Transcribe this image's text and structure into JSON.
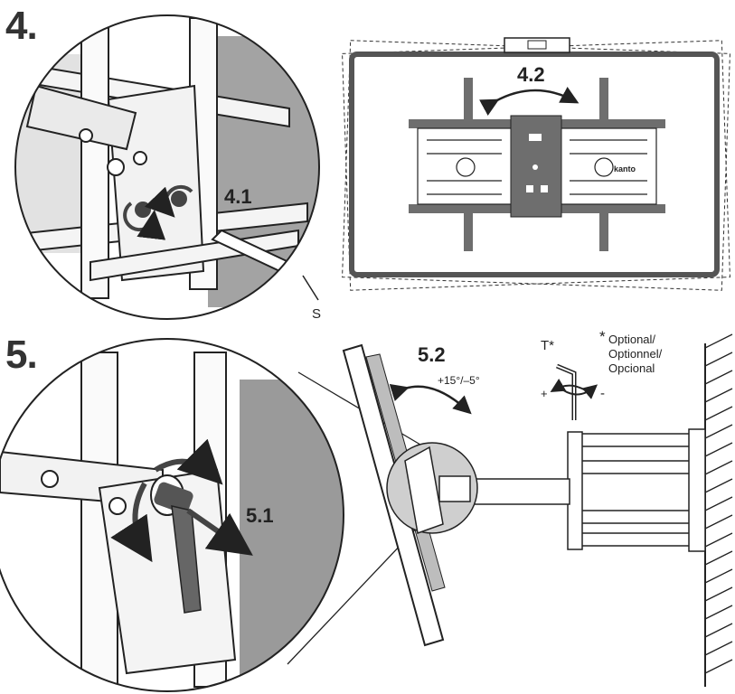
{
  "steps": {
    "step4": "4.",
    "step5": "5."
  },
  "labels": {
    "l41": "4.1",
    "l42": "4.2",
    "l51": "5.1",
    "l52": "5.2",
    "tilt_range": "+15°/–5°",
    "wrench": "S",
    "hex_key": "T*",
    "plus": "+",
    "minus": "-",
    "optional_en": "Optional/",
    "optional_fr": "Optionnel/",
    "optional_es": "Opcional",
    "asterisk": "*",
    "brand": "kanto"
  },
  "colors": {
    "line": "#222222",
    "plate": "#6e6e6e",
    "handle": "#5a5a5a",
    "lever": "#666666",
    "shade": "#cfcfcf",
    "panel_gray": "#9a9a9a"
  }
}
